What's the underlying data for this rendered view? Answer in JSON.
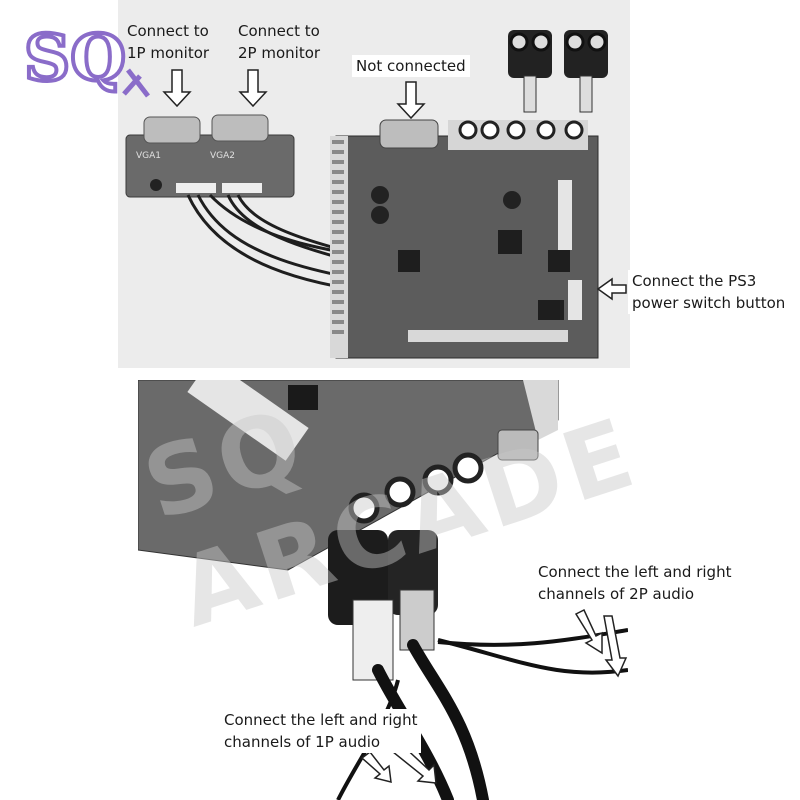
{
  "logo": {
    "text": "SQ",
    "color": "#8a6cc9"
  },
  "watermark": {
    "text": "SQ ARCADE"
  },
  "labels": {
    "vga1p": "Connect to\n1P monitor",
    "vga2p": "Connect to\n2P monitor",
    "not_connected": "Not connected",
    "ps3_switch": "Connect the PS3\npower switch button",
    "audio_2p": "Connect the left and right\nchannels of 2P audio",
    "audio_1p": "Connect the left and right\nchannels of 1P audio"
  },
  "board": {
    "vga_adapter_silkscreen": [
      "VGA1",
      "VGA2"
    ]
  },
  "colors": {
    "pcb": "#5a5a5a",
    "photo_background": "#e9e9e9",
    "text": "#1a1a1a"
  }
}
